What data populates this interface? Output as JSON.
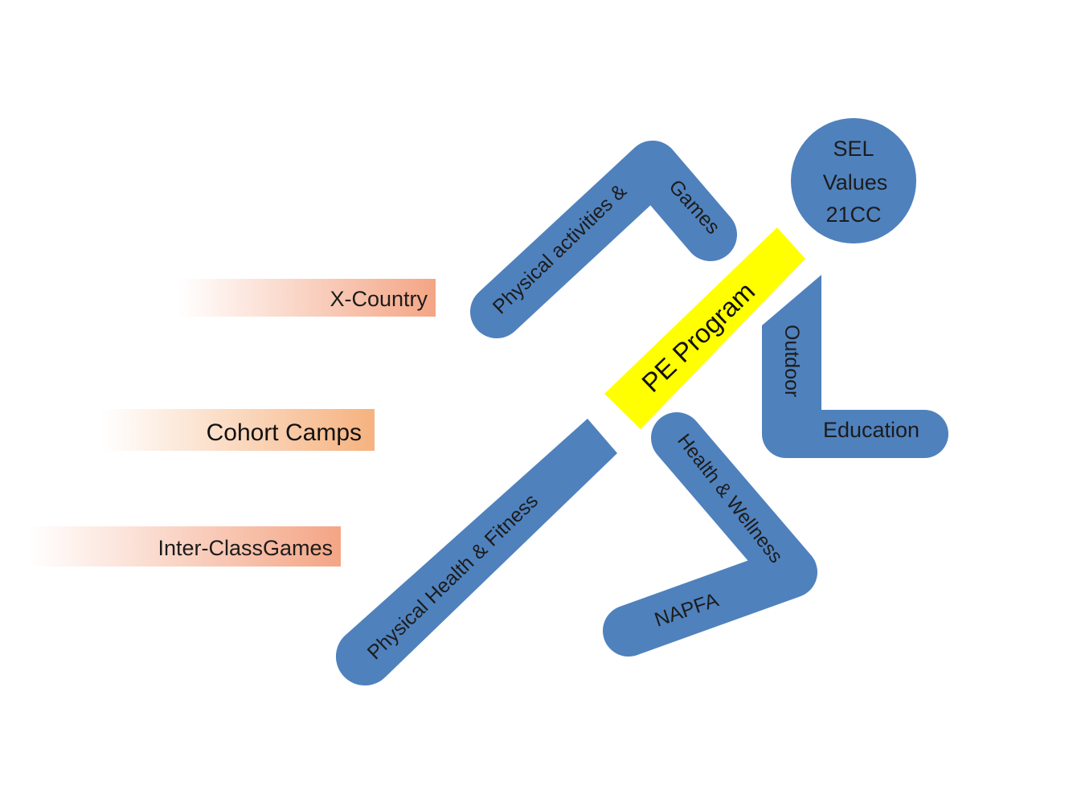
{
  "colors": {
    "figure_blue": "#4f81bd",
    "center_yellow": "#ffff00",
    "streak_salmon": "#f4a585",
    "streak_orange": "#f6b27f",
    "text_dark": "#1c1c1c"
  },
  "head": {
    "lines": [
      "SEL",
      "Values",
      "21CC"
    ]
  },
  "center": {
    "label": "PE Program"
  },
  "limbs": {
    "physical_activities": "Physical activities &",
    "games": "Games",
    "outdoor": "Outdoor",
    "education": "Education",
    "physical_health": "Physical Health & Fitness",
    "health_wellness": "Health & Wellness",
    "napfa": "NAPFA"
  },
  "events": [
    {
      "label": "X-Country",
      "color": "#f4a585"
    },
    {
      "label": "Cohort Camps",
      "color": "#f6b27f"
    },
    {
      "label": "Inter-ClassGames",
      "color": "#f4a585"
    }
  ]
}
